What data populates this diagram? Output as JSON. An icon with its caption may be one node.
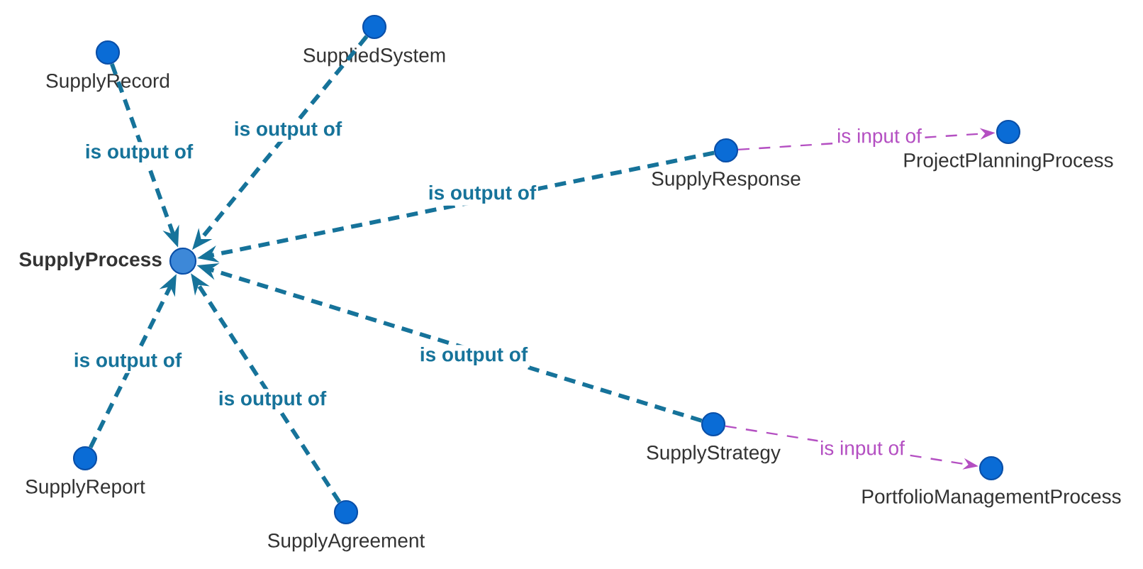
{
  "diagram": {
    "nodes": [
      {
        "text": [
          "SupplyProcess"
        ]
      },
      {
        "text": [
          "SupplyRecord"
        ]
      },
      {
        "text": [
          "SuppliedSystem"
        ]
      },
      {
        "text": [
          "SupplyResponse"
        ]
      },
      {
        "text": [
          "ProjectPlanningProcess"
        ]
      },
      {
        "text": [
          "SupplyStrategy"
        ]
      },
      {
        "text": [
          "PortfolioManagementProcess"
        ]
      },
      {
        "text": [
          "SupplyReport"
        ]
      },
      {
        "text": [
          "SupplyAgreement"
        ]
      }
    ],
    "edges": [
      {
        "from": 1,
        "to": 0,
        "arrow": "to",
        "label": "is output of",
        "style": "dashed"
      },
      {
        "from": 2,
        "to": 0,
        "arrow": "to",
        "label": "is output of",
        "style": "dashed"
      },
      {
        "from": 3,
        "to": 0,
        "arrow": "to",
        "label": "is output of",
        "style": "dashed"
      },
      {
        "from": 5,
        "to": 0,
        "arrow": "to",
        "label": "is output of",
        "style": "dashed"
      },
      {
        "from": 7,
        "to": 0,
        "arrow": "to",
        "label": "is output of",
        "style": "dashed"
      },
      {
        "from": 8,
        "to": 0,
        "arrow": "to",
        "label": "is output of",
        "style": "dashed"
      },
      {
        "from": 3,
        "to": 4,
        "arrow": "to",
        "label": "is input of",
        "style": "dashed",
        "color": "#b44fc2"
      },
      {
        "from": 5,
        "to": 6,
        "arrow": "to",
        "label": "is input of",
        "style": "dashed",
        "color": "#b44fc2"
      }
    ]
  }
}
